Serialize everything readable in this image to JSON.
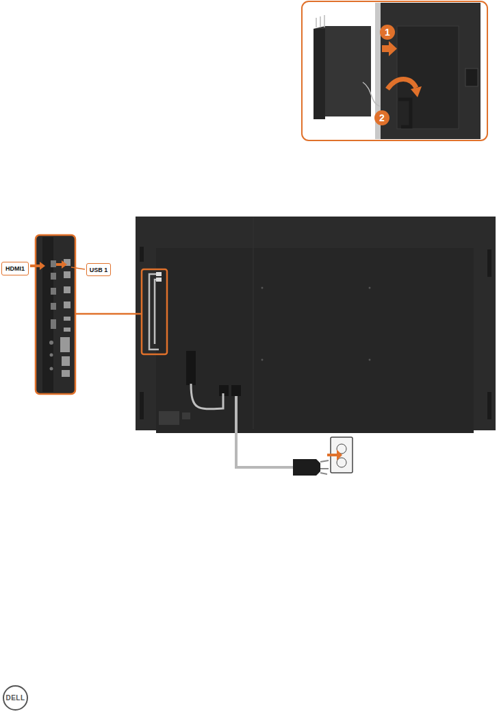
{
  "diagram": {
    "nodes": [
      {
        "text": [
          "1"
        ]
      },
      {
        "text": [
          "2"
        ]
      },
      {
        "text": [
          "HDMI1"
        ]
      },
      {
        "text": [
          "USB 1"
        ]
      },
      {
        "text": [
          "DELL"
        ]
      }
    ]
  }
}
